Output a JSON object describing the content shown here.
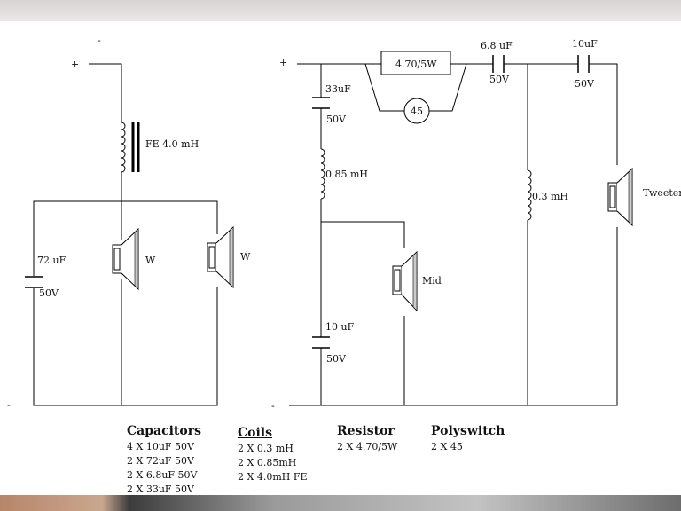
{
  "circuit_left": {
    "minus_top": "-",
    "plus": "+",
    "minus_bottom": "-",
    "coil_label": "FE 4.0 mH",
    "cap_value": "72 uF",
    "cap_voltage": "50V",
    "woofer1_label": "W",
    "woofer2_label": "W"
  },
  "circuit_right": {
    "plus": "+",
    "minus_bottom": "-",
    "resistor_label": "4.70/5W",
    "polyswitch_label": "45",
    "cap_top_left_value": "33uF",
    "cap_top_left_voltage": "50V",
    "coil_mid_label": "0.85 mH",
    "cap_mid_value": "10 uF",
    "cap_mid_voltage": "50V",
    "mid_label": "Mid",
    "cap_series1_value": "6.8 uF",
    "cap_series1_voltage": "50V",
    "cap_series2_value": "10uF",
    "cap_series2_voltage": "50V",
    "coil_tweeter_label": "0.3 mH",
    "tweeter_label": "Tweeter"
  },
  "parts_list": {
    "capacitors": {
      "title": "Capacitors",
      "items": [
        "4 X 10uF 50V",
        "2 X 72uF 50V",
        "2 X 6.8uF 50V",
        "2 X 33uF 50V"
      ]
    },
    "coils": {
      "title": "Coils",
      "items": [
        "2 X 0.3 mH",
        "2 X 0.85mH",
        "2 X 4.0mH FE"
      ]
    },
    "resistor": {
      "title": "Resistor",
      "items": [
        "2 X 4.70/5W"
      ]
    },
    "polyswitch": {
      "title": "Polyswitch",
      "items": [
        "2 X 45"
      ]
    }
  }
}
